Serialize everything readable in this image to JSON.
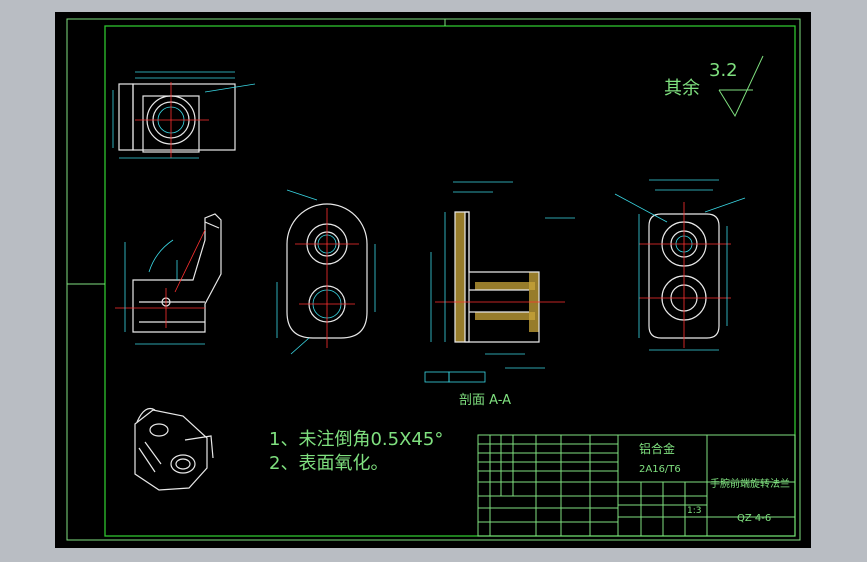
{
  "drawing": {
    "roughness_prefix": "其余",
    "roughness_value": "3.2",
    "section_label": "剖面 A-A",
    "notes": [
      "1、未注倒角0.5X45°",
      "2、表面氧化。"
    ],
    "material": "铝合金",
    "material_grade": "2A16/T6",
    "part_name": "手腕前端旋转法兰",
    "scale": "1:3",
    "drawing_number": "QZ 4-6"
  },
  "colors": {
    "screen_background": "#b9bdc3",
    "canvas": "#000000",
    "border_lines": "#2ec42e",
    "dimension_lines": "#3ad9e6",
    "center_lines": "#ff3030",
    "part_outline": "#e8e8e8",
    "section_hatch": "#c9a63a"
  }
}
